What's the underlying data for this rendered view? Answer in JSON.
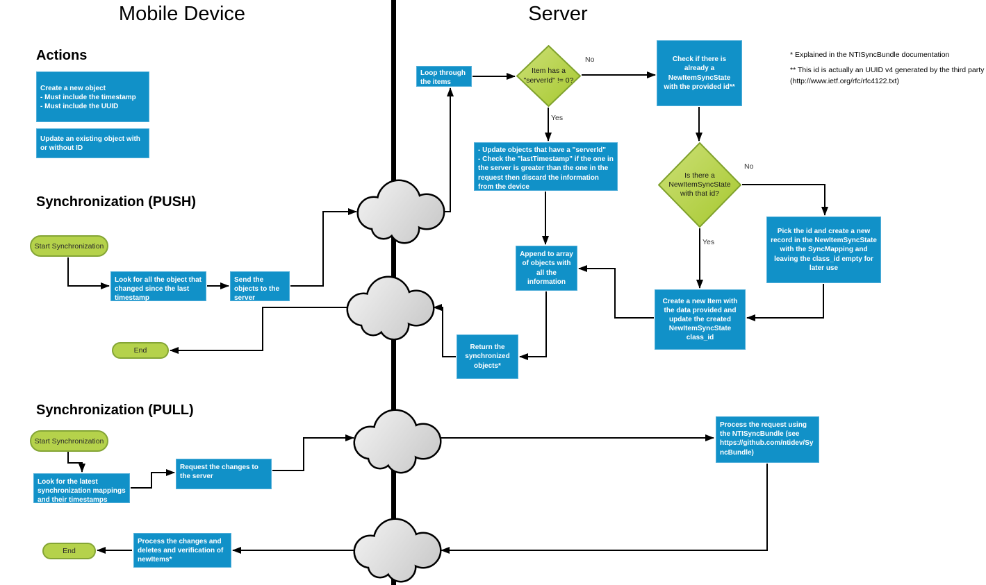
{
  "titles": {
    "left": "Mobile Device",
    "right": "Server"
  },
  "headings": {
    "actions": "Actions",
    "push": "Synchronization (PUSH)",
    "pull": "Synchronization (PULL)"
  },
  "labels": {
    "yes": "Yes",
    "no": "No"
  },
  "footnotes": {
    "note1": "* Explained in the NTISyncBundle documentation",
    "note2": "** This id is actually an UUID v4 generated by the third party (http://www.ietf.org/rfc/rfc4122.txt)"
  },
  "nodes": {
    "action_create": "Create a new object\n- Must include the timestamp\n- Must include the UUID",
    "action_update": "Update an existing object with or without ID",
    "push_start": "Start Synchronization",
    "push_look": "Look for all the object that changed since the last timestamp",
    "push_send": "Send the objects to the server",
    "push_end": "End",
    "loop_items": "Loop through the items",
    "decision_serverid": "Item has a \"serverId\" != 0?",
    "check_newitem": "Check if there is already a NewItemSyncState with the provided id**",
    "update_objects": "- Update objects that have a \"serverId\"\n- Check the \"lastTimestamp\" if the one in the server is greater than the one in the request then discard the information from the device",
    "decision_syncstate": "Is there a NewItemSyncState with that id?",
    "pick_id": "Pick the id and create a new record in the NewItemSyncState with the SyncMapping and leaving the class_id empty for later use",
    "create_item": "Create a new Item with the data provided and update the created NewItemSyncState class_id",
    "append_array": "Append to array of objects with all the information",
    "return_objects": "Return the synchronized objects*",
    "pull_start": "Start Synchronization",
    "pull_look": "Look for the latest synchronization mappings and their timestamps",
    "pull_request": "Request the changes to the server",
    "process_request": "Process the request using the NTISyncBundle (see https://github.com/ntidev/SyncBundle)",
    "process_changes": "Process the changes and deletes and verification of newItems*",
    "pull_end": "End"
  },
  "colors": {
    "process_fill": "#1191c8",
    "process_border": "#55b0da",
    "decision_light": "#cde077",
    "decision_dark": "#a6c82f",
    "decision_border": "#7fa12b",
    "terminal_fill": "#b5d24b",
    "terminal_border": "#84a535",
    "cloud_light": "#f2f2f2",
    "cloud_dark": "#c6c6c6",
    "line": "#000000"
  }
}
